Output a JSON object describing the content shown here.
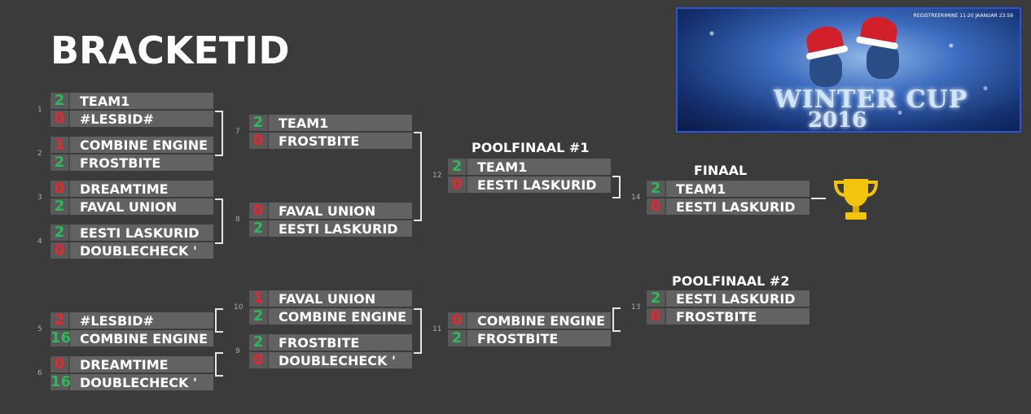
{
  "page": {
    "title": "BRACKETID"
  },
  "banner": {
    "registration_text": "REGISTREERIMINE 11-20 JAANUAR 23:59",
    "cup_title": "WINTER CUP",
    "cup_year": "2016"
  },
  "labels": {
    "semifinal1": "POOLFINAAL #1",
    "final": "FINAAL",
    "semifinal2": "POOLFINAAL #2"
  },
  "matches": {
    "m1": {
      "num": "1",
      "rows": [
        {
          "score": "2",
          "result": "win",
          "team": "TEAM1"
        },
        {
          "score": "0",
          "result": "lose",
          "team": "#LESBID#"
        }
      ]
    },
    "m2": {
      "num": "2",
      "rows": [
        {
          "score": "1",
          "result": "lose",
          "team": "COMBINE ENGINE"
        },
        {
          "score": "2",
          "result": "win",
          "team": "FROSTBITE"
        }
      ]
    },
    "m3": {
      "num": "3",
      "rows": [
        {
          "score": "0",
          "result": "lose",
          "team": "DREAMTIME"
        },
        {
          "score": "2",
          "result": "win",
          "team": "FAVAL UNION"
        }
      ]
    },
    "m4": {
      "num": "4",
      "rows": [
        {
          "score": "2",
          "result": "win",
          "team": "EESTI LASKURID"
        },
        {
          "score": "0",
          "result": "lose",
          "team": "DOUBLECHECK '"
        }
      ]
    },
    "m7": {
      "num": "7",
      "rows": [
        {
          "score": "2",
          "result": "win",
          "team": "TEAM1"
        },
        {
          "score": "0",
          "result": "lose",
          "team": "FROSTBITE"
        }
      ]
    },
    "m8": {
      "num": "8",
      "rows": [
        {
          "score": "0",
          "result": "lose",
          "team": "FAVAL UNION"
        },
        {
          "score": "2",
          "result": "win",
          "team": "EESTI LASKURID"
        }
      ]
    },
    "m12": {
      "num": "12",
      "rows": [
        {
          "score": "2",
          "result": "win",
          "team": "TEAM1"
        },
        {
          "score": "0",
          "result": "lose",
          "team": "EESTI LASKURID"
        }
      ]
    },
    "m14": {
      "num": "14",
      "rows": [
        {
          "score": "2",
          "result": "win",
          "team": "TEAM1"
        },
        {
          "score": "0",
          "result": "lose",
          "team": "EESTI LASKURID"
        }
      ]
    },
    "m5": {
      "num": "5",
      "rows": [
        {
          "score": "2",
          "result": "lose",
          "team": "#LESBID#"
        },
        {
          "score": "16",
          "result": "win",
          "team": "COMBINE ENGINE"
        }
      ]
    },
    "m6": {
      "num": "6",
      "rows": [
        {
          "score": "0",
          "result": "lose",
          "team": "DREAMTIME"
        },
        {
          "score": "16",
          "result": "win",
          "team": "DOUBLECHECK '"
        }
      ]
    },
    "m10": {
      "num": "10",
      "rows": [
        {
          "score": "1",
          "result": "lose",
          "team": "FAVAL UNION"
        },
        {
          "score": "2",
          "result": "win",
          "team": "COMBINE ENGINE"
        }
      ]
    },
    "m9": {
      "num": "9",
      "rows": [
        {
          "score": "2",
          "result": "win",
          "team": "FROSTBITE"
        },
        {
          "score": "0",
          "result": "lose",
          "team": "DOUBLECHECK '"
        }
      ]
    },
    "m11": {
      "num": "11",
      "rows": [
        {
          "score": "0",
          "result": "lose",
          "team": "COMBINE ENGINE"
        },
        {
          "score": "2",
          "result": "win",
          "team": "FROSTBITE"
        }
      ]
    },
    "m13": {
      "num": "13",
      "rows": [
        {
          "score": "2",
          "result": "win",
          "team": "EESTI LASKURID"
        },
        {
          "score": "0",
          "result": "lose",
          "team": "FROSTBITE"
        }
      ]
    }
  },
  "colors": {
    "background": "#3b3b3b",
    "win": "#2fb85a",
    "lose": "#e8262e",
    "row": "#626262",
    "connector": "#e6e6e6",
    "banner_border": "#2b55d6"
  },
  "icons": {
    "trophy": "trophy-icon"
  }
}
